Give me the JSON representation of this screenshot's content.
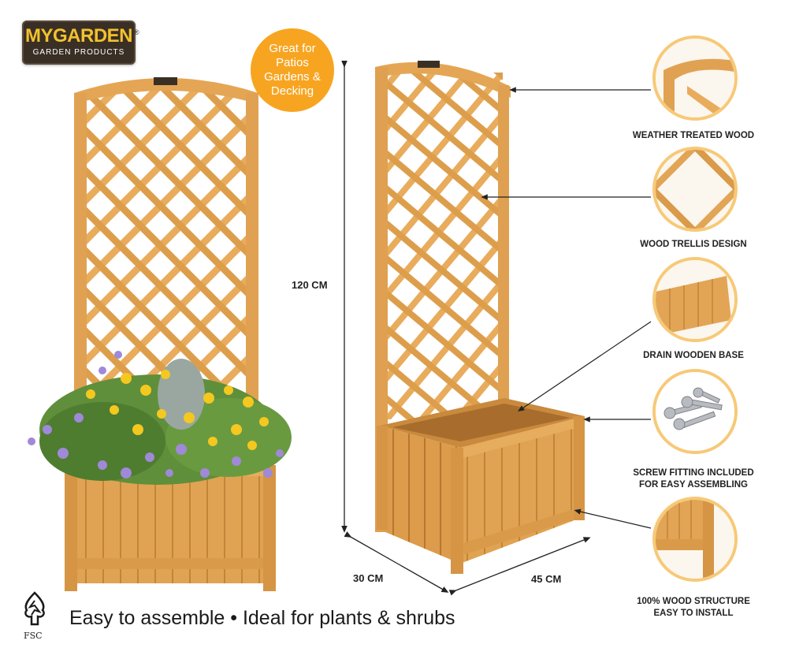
{
  "logo": {
    "brand_my": "MY",
    "brand_garden": "GARDEN",
    "subtitle": "GARDEN PRODUCTS",
    "registered": "®"
  },
  "badge": {
    "lines": [
      "Great for",
      "Patios",
      "Gardens &",
      "Decking"
    ]
  },
  "dimensions": {
    "height": "120 CM",
    "depth": "30 CM",
    "width": "45 CM"
  },
  "features": [
    {
      "label": "WEATHER TREATED WOOD",
      "icon": "wood-corner-icon"
    },
    {
      "label": "WOOD TRELLIS DESIGN",
      "icon": "trellis-icon"
    },
    {
      "label": "DRAIN WOODEN BASE",
      "icon": "wood-base-icon"
    },
    {
      "label_line1": "SCREW FITTING INCLUDED",
      "label_line2": "FOR EASY ASSEMBLING",
      "icon": "screws-icon"
    },
    {
      "label_line1": "100% WOOD STRUCTURE",
      "label_line2": "EASY TO INSTALL",
      "icon": "wood-structure-icon"
    }
  ],
  "tagline": "Easy to assemble • Ideal for plants & shrubs",
  "fsc": {
    "label": "FSC",
    "icon": "fsc-tree-icon"
  },
  "colors": {
    "wood": "#e2a24f",
    "wood_dark": "#b8772e",
    "badge": "#f7a521",
    "circle_border": "#f7c977",
    "logo_bg": "#3a2f25"
  }
}
